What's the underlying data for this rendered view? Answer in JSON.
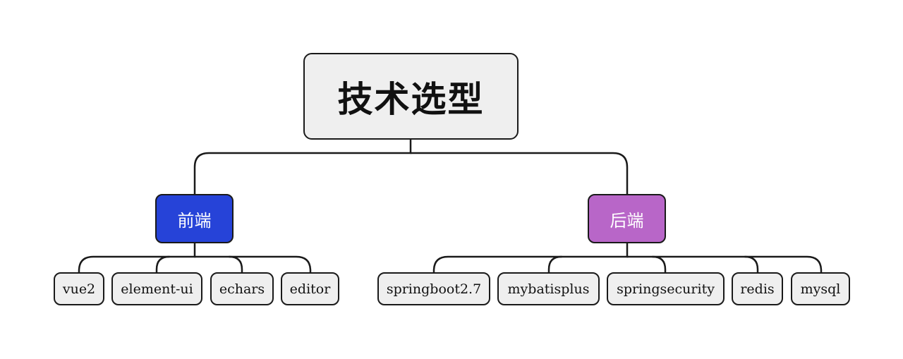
{
  "root": {
    "label": "技术选型"
  },
  "frontend": {
    "label": "前端",
    "color": "#2643d8",
    "items": [
      "vue2",
      "element-ui",
      "echars",
      "editor"
    ]
  },
  "backend": {
    "label": "后端",
    "color": "#b866c8",
    "items": [
      "springboot2.7",
      "mybatisplus",
      "springsecurity",
      "redis",
      "mysql"
    ]
  }
}
